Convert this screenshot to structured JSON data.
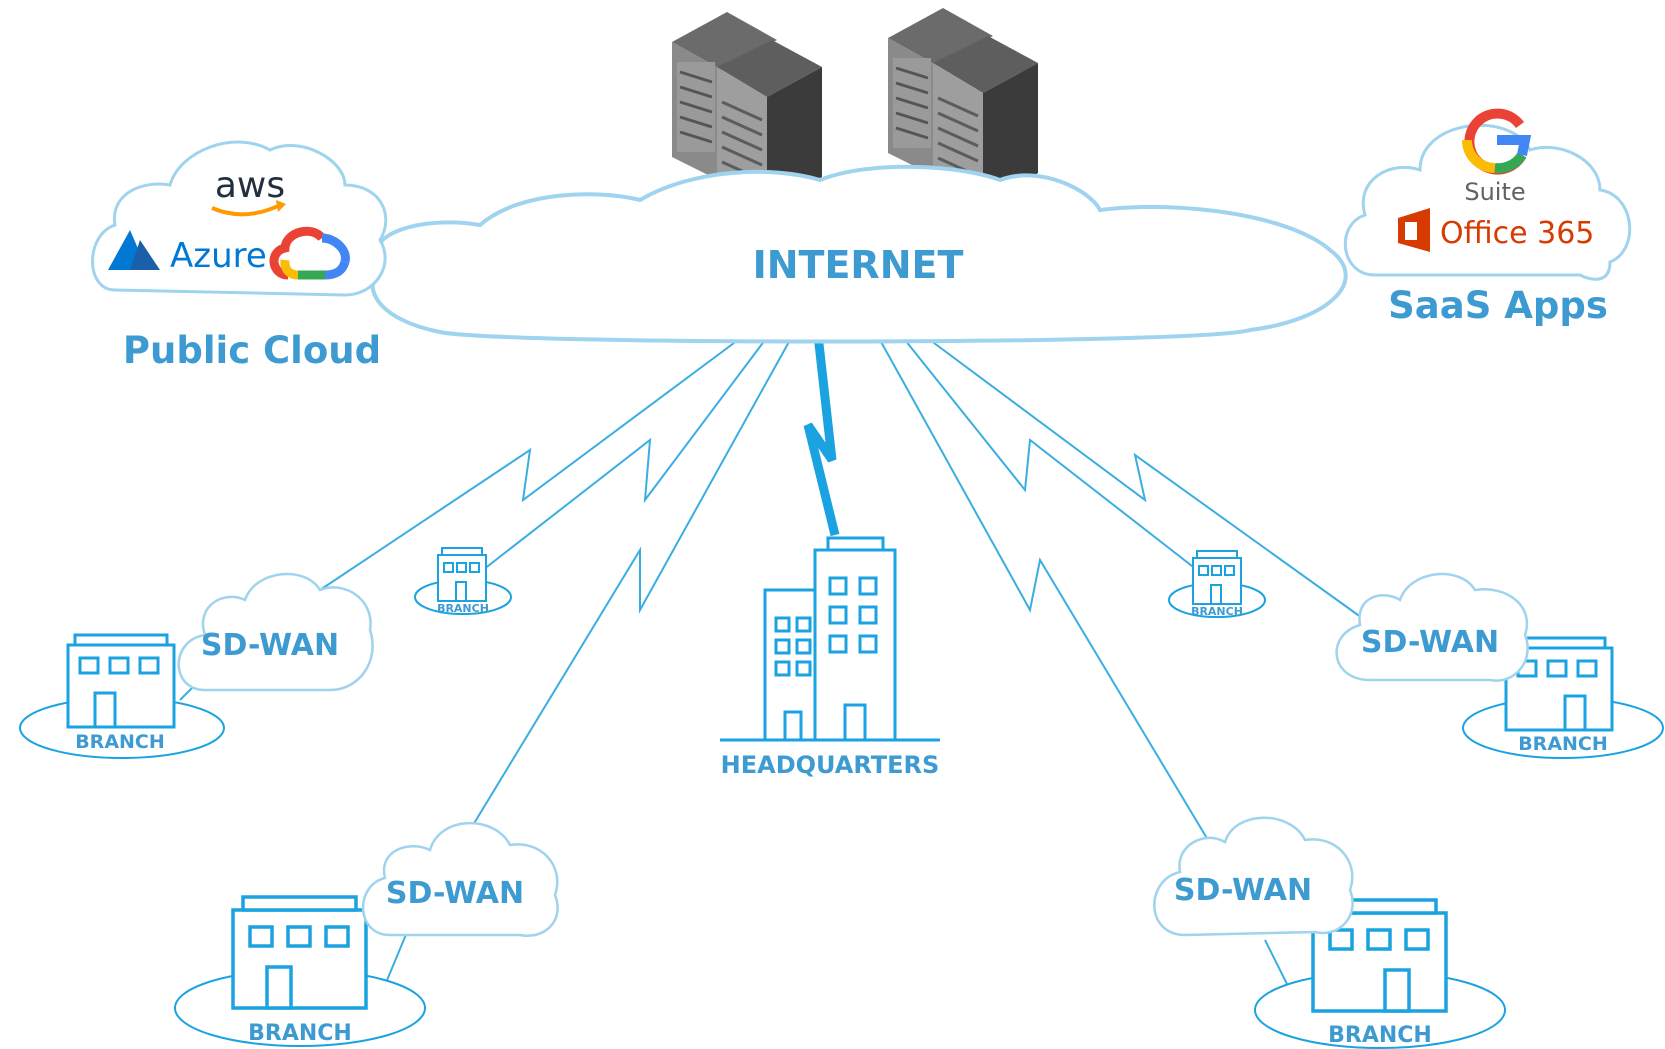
{
  "diagram": {
    "internet_label": "INTERNET",
    "public_cloud": {
      "label": "Public Cloud",
      "logos": [
        "aws",
        "Azure",
        "google-cloud-icon"
      ]
    },
    "saas": {
      "label": "SaaS Apps",
      "suite_label": "Suite",
      "office_label": "Office 365"
    },
    "headquarters_label": "HEADQUARTERS",
    "sdwan_label": "SD-WAN",
    "branch_label": "BRANCH"
  },
  "colors": {
    "primary_blue": "#3d9bd1",
    "link_blue": "#1aa3e0",
    "line_blue": "#3aaee0",
    "cloud_outline": "#9fd3ee",
    "aws_orange": "#ff9900",
    "azure_blue": "#0078d4",
    "office_red": "#d83b01",
    "server_dark": "#3b3b3b"
  }
}
